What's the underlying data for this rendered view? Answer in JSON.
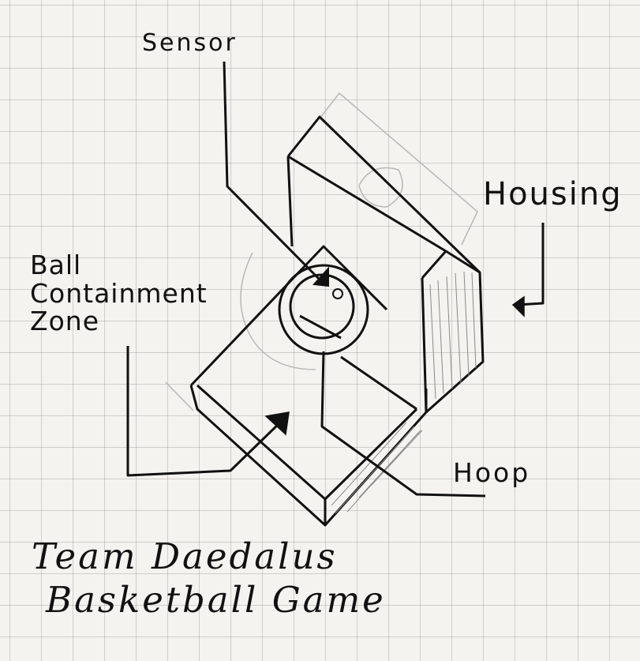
{
  "labels": {
    "sensor": "Sensor",
    "housing": "Housing",
    "containment": "Ball Containment Zone",
    "hoop": "Hoop"
  },
  "title": {
    "line1": "Team Daedalus",
    "line2": "Basketball Game"
  },
  "colors": {
    "ink": "#111111",
    "paper": "#f4f3ef",
    "grid": "#8c8c8c",
    "pencil": "#b8b8b8"
  }
}
